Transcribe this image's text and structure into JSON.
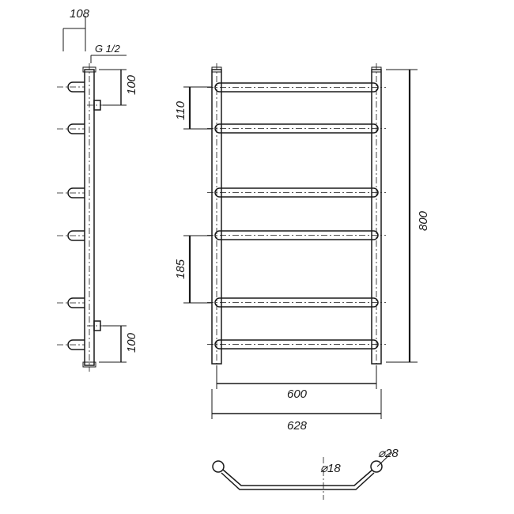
{
  "labels": {
    "side_depth": "108",
    "thread": "G 1/2",
    "side_top_offset": "100",
    "side_bottom_offset": "100",
    "front_gap_top": "110",
    "front_gap_mid": "185",
    "front_height": "800",
    "front_inner_width": "600",
    "front_outer_width": "628",
    "rail_diameter": "⌀18",
    "post_diameter": "⌀28"
  }
}
